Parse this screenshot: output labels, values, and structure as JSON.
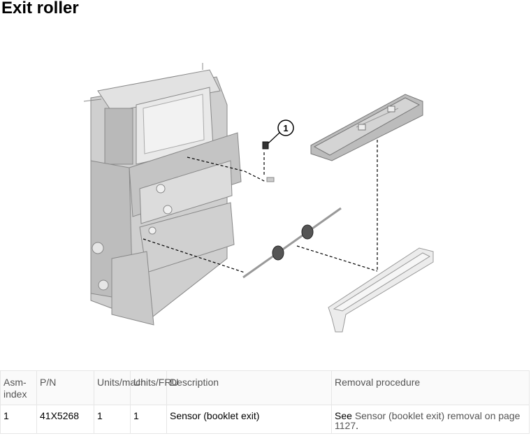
{
  "page": {
    "title": "Exit roller"
  },
  "figure": {
    "callout_label": "1"
  },
  "table": {
    "headers": {
      "asm_index": "Asm-index",
      "pn": "P/N",
      "units_mach": "Units/mach",
      "units_fru": "Units/FRU",
      "description": "Description",
      "removal": "Removal procedure"
    },
    "rows": [
      {
        "asm_index": "1",
        "pn": "41X5268",
        "units_mach": "1",
        "units_fru": "1",
        "description": "Sensor (booklet exit)",
        "removal_prefix": "See ",
        "removal_link": "Sensor (booklet exit) removal on page 1127",
        "removal_suffix": "."
      }
    ]
  }
}
